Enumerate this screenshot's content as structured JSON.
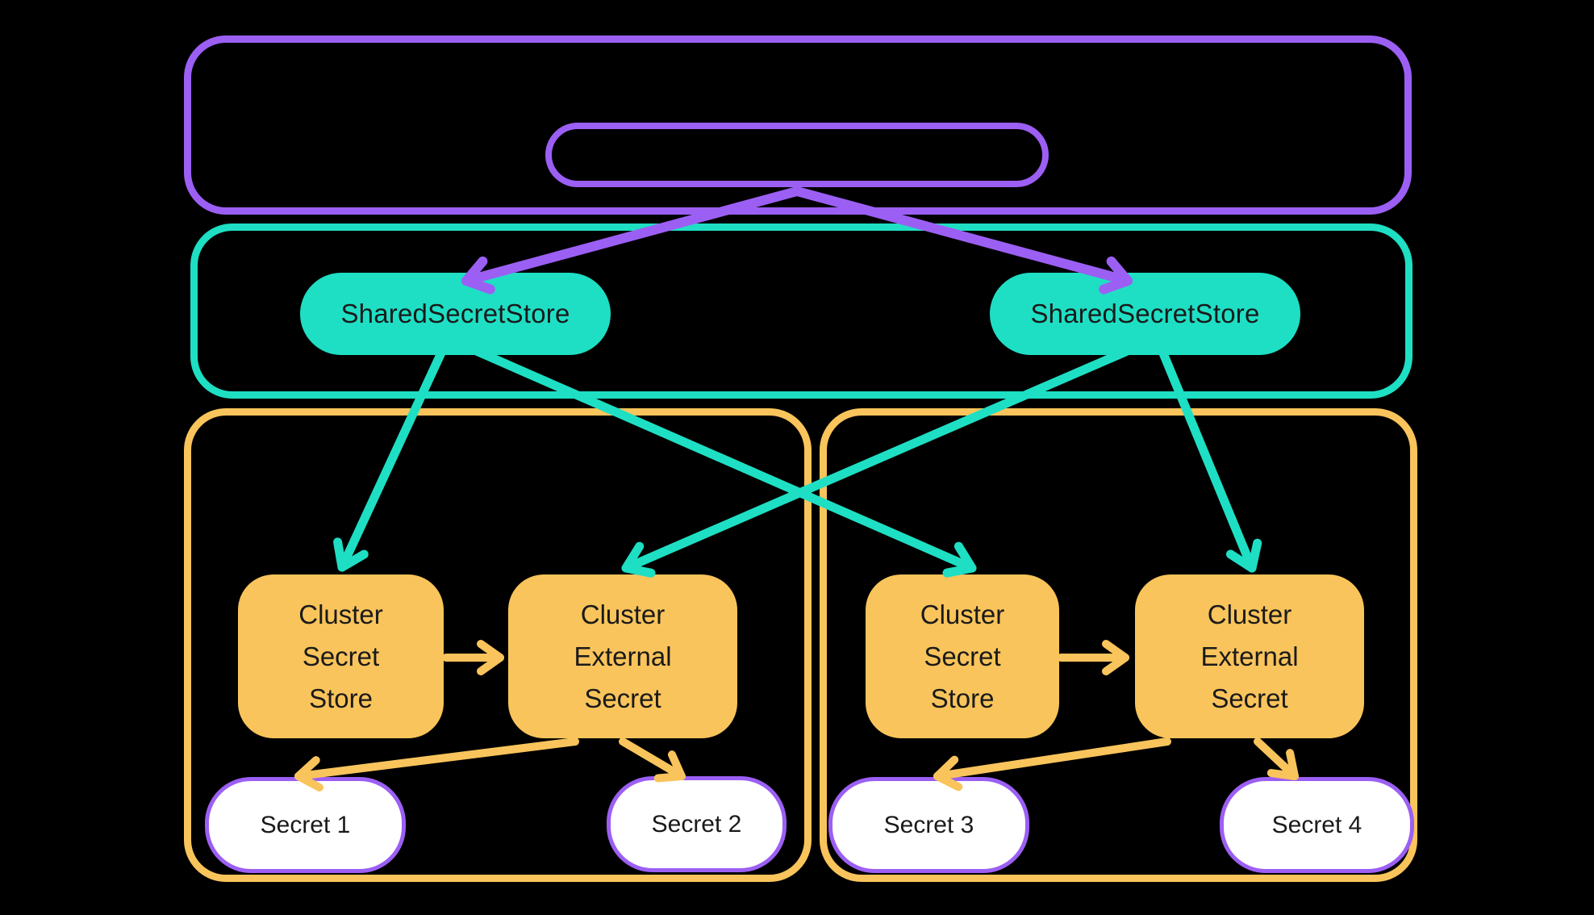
{
  "colors": {
    "background": "#000000",
    "purple": "#9C5FF4",
    "teal": "#1EDFC4",
    "orange": "#F9C45B",
    "node_text": "#1A1A1A",
    "secret_fill": "#FFFFFF"
  },
  "nodes": {
    "shared_secret_store_left": {
      "label": "SharedSecretStore"
    },
    "shared_secret_store_right": {
      "label": "SharedSecretStore"
    },
    "cluster_secret_store_a": {
      "label": "Cluster\nSecret\nStore"
    },
    "cluster_external_secret_a": {
      "label": "Cluster\nExternal\nSecret"
    },
    "cluster_secret_store_b": {
      "label": "Cluster\nSecret\nStore"
    },
    "cluster_external_secret_b": {
      "label": "Cluster\nExternal\nSecret"
    },
    "secret_1": {
      "label": "Secret 1"
    },
    "secret_2": {
      "label": "Secret 2"
    },
    "secret_3": {
      "label": "Secret 3"
    },
    "secret_4": {
      "label": "Secret 4"
    }
  },
  "edges": [
    {
      "from": "top-inner-pill",
      "to": "shared_secret_store_left",
      "color": "purple"
    },
    {
      "from": "top-inner-pill",
      "to": "shared_secret_store_right",
      "color": "purple"
    },
    {
      "from": "shared_secret_store_left",
      "to": "cluster_secret_store_a",
      "color": "teal"
    },
    {
      "from": "shared_secret_store_left",
      "to": "cluster_secret_store_b",
      "color": "teal"
    },
    {
      "from": "shared_secret_store_right",
      "to": "cluster_external_secret_a",
      "color": "teal"
    },
    {
      "from": "shared_secret_store_right",
      "to": "cluster_external_secret_b",
      "color": "teal"
    },
    {
      "from": "cluster_secret_store_a",
      "to": "cluster_external_secret_a",
      "color": "orange"
    },
    {
      "from": "cluster_secret_store_b",
      "to": "cluster_external_secret_b",
      "color": "orange"
    },
    {
      "from": "cluster_external_secret_a",
      "to": "secret_1",
      "color": "orange"
    },
    {
      "from": "cluster_external_secret_a",
      "to": "secret_2",
      "color": "orange"
    },
    {
      "from": "cluster_external_secret_b",
      "to": "secret_3",
      "color": "orange"
    },
    {
      "from": "cluster_external_secret_b",
      "to": "secret_4",
      "color": "orange"
    }
  ]
}
